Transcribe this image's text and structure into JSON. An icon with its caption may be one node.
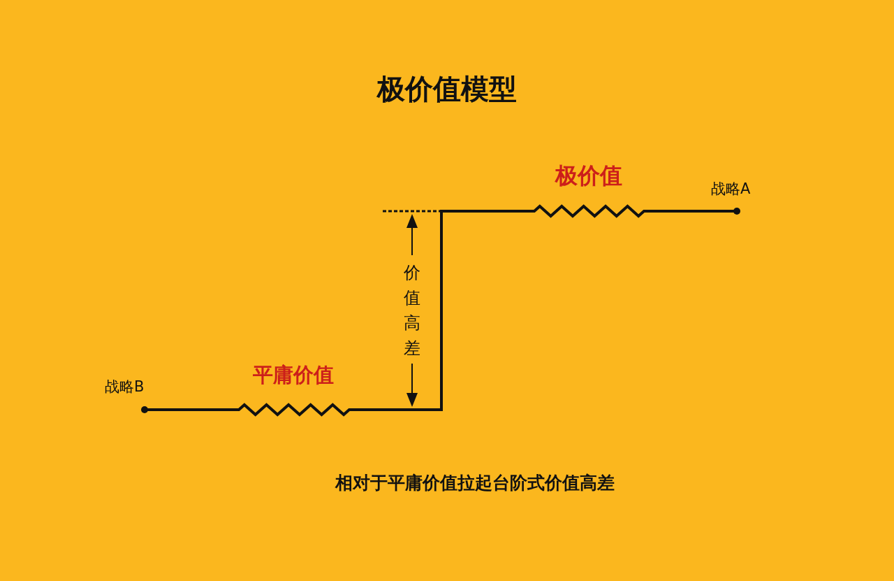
{
  "diagram": {
    "title": "极价值模型",
    "caption": "相对于平庸价值拉起台阶式价值高差",
    "nodes": [
      {
        "text": [
          "战略B"
        ]
      },
      {
        "text": [
          "战略A"
        ]
      }
    ],
    "edges": [
      {
        "from": 0,
        "to": 1,
        "arrow": "other"
      }
    ],
    "labels": [
      "平庸价值",
      "极价值",
      "价值高差"
    ]
  }
}
